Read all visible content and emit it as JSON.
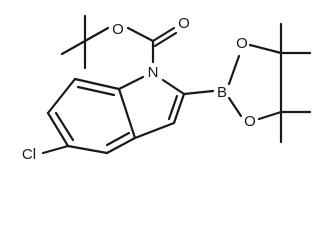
{
  "molecule": {
    "atoms": {
      "o_ester": "O",
      "o_carbonyl": "O",
      "n_indole": "N",
      "b_boron": "B",
      "o_ring_top": "O",
      "o_ring_bottom": "O",
      "cl_chloro": "Cl"
    }
  }
}
